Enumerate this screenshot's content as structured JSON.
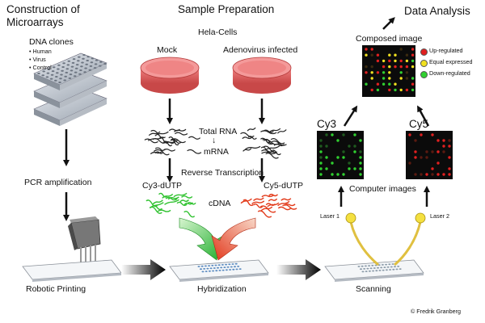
{
  "colors": {
    "red": "#e02020",
    "yellow": "#f0e020",
    "green": "#30d030",
    "dish": "#e87070",
    "black_array": "#0b0b0b"
  },
  "sections": {
    "construction": "Construction of\nMicroarrays",
    "sample_prep": "Sample Preparation",
    "data_analysis": "Data Analysis"
  },
  "construction": {
    "dna_clones": "DNA clones",
    "clone_types": [
      "Human",
      "Virus",
      "Control"
    ],
    "pcr": "PCR amplification",
    "robotic": "Robotic Printing"
  },
  "sample": {
    "hela": "Hela-Cells",
    "mock": "Mock",
    "adeno": "Adenovirus infected",
    "total_rna": "Total RNA",
    "arrow_down": "↓",
    "mrna": "mRNA",
    "reverse": "Reverse Transcription",
    "cy3_dutp": "Cy3-dUTP",
    "cy5_dutp": "Cy5-dUTP",
    "cdna": "cDNA",
    "hybridization": "Hybridization"
  },
  "analysis": {
    "composed": "Composed image",
    "legend": [
      {
        "label": "Up-regulated",
        "color": "#e02020"
      },
      {
        "label": "Equal expressed",
        "color": "#f0e020"
      },
      {
        "label": "Down-regulated",
        "color": "#30d030"
      }
    ],
    "cy3": "Cy3",
    "cy5": "Cy5",
    "computer_images": "Computer images",
    "laser1": "Laser 1",
    "laser2": "Laser 2",
    "scanning": "Scanning"
  },
  "credit": "© Fredrik Granberg"
}
